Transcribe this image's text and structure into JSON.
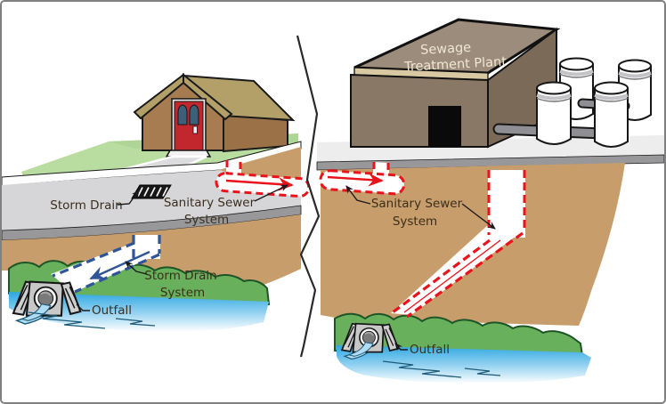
{
  "diagram": {
    "type": "storm-drain-vs-sanitary-sewer-illustration",
    "left_panel": {
      "storm_drain": "Storm Drain",
      "sanitary_sewer_line1": "Sanitary Sewer",
      "sanitary_sewer_line2": "System",
      "storm_system_line1": "Storm Drain",
      "storm_system_line2": "System",
      "outfall": "Outfall"
    },
    "right_panel": {
      "plant_line1": "Sewage",
      "plant_line2": "Treatment Plant",
      "sanitary_sewer_line1": "Sanitary Sewer",
      "sanitary_sewer_line2": "System",
      "outfall": "Outfall"
    },
    "colors": {
      "soil": "#C79D6B",
      "street": "#D6D6D8",
      "street_edge_strip": "#98989B",
      "lawn": "#B9DCA0",
      "bank_green": "#68B05C",
      "bank_outline": "#1E5527",
      "water_blue": "#2EA7E0",
      "water_light": "#AFDCF2",
      "sanitary_pipe_red": "#E8131B",
      "storm_pipe_blue": "#2E5597",
      "house_wall": "#A67C50",
      "house_roof": "#B3A068",
      "house_door": "#C1272D",
      "plant_wall": "#8A7866",
      "plant_roof": "#9C8C7B",
      "plant_fascia": "#D9C9A3",
      "tank_fill": "#FFFFFF",
      "pipe_gray": "#8F8F93",
      "label_text": "#3B2E1E",
      "roof_text": "#EFE7D2"
    }
  }
}
